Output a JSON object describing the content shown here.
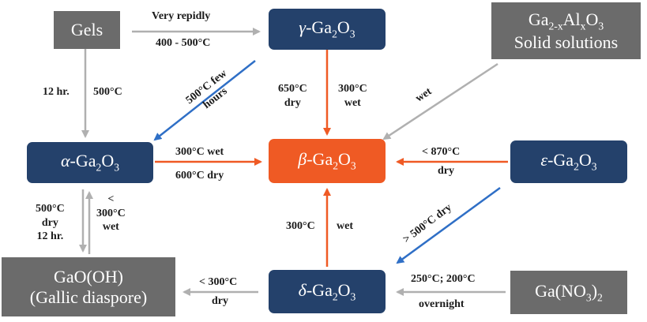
{
  "nodes": {
    "gels": "Gels",
    "gamma": {
      "greek": "γ",
      "rest": "-Ga",
      "sub2": "2",
      "o": "O",
      "sub3": "3"
    },
    "solid_line1_a": "Ga",
    "solid_line1_sub": "2-x",
    "solid_line1_b": "Al",
    "solid_line1_sub2": "x",
    "solid_line1_c": "O",
    "solid_line1_sub3": "3",
    "solid_line2": "Solid solutions",
    "alpha": {
      "greek": "α",
      "rest": "-Ga",
      "sub2": "2",
      "o": "O",
      "sub3": "3"
    },
    "beta": {
      "greek": "β",
      "rest": "-Ga",
      "sub2": "2",
      "o": "O",
      "sub3": "3"
    },
    "epsilon": {
      "greek": "ε",
      "rest": "-Ga",
      "sub2": "2",
      "o": "O",
      "sub3": "3"
    },
    "delta": {
      "greek": "δ",
      "rest": "-Ga",
      "sub2": "2",
      "o": "O",
      "sub3": "3"
    },
    "gaooh_line1": "GaO(OH)",
    "gaooh_line2": "(Gallic diaspore)",
    "nitrate_a": "Ga(NO",
    "nitrate_sub": "3",
    "nitrate_b": ")",
    "nitrate_sub2": "2"
  },
  "labels": {
    "gels_gamma_top": "Very repidly",
    "gels_gamma_bottom": "400 - 500°C",
    "gels_alpha_left": "12 hr.",
    "gels_alpha_right": "500°C",
    "gamma_alpha_diag": "500°C few hours",
    "gamma_beta_left_1": "650°C",
    "gamma_beta_left_2": "dry",
    "gamma_beta_right_1": "300°C",
    "gamma_beta_right_2": "wet",
    "solid_beta": "wet",
    "alpha_beta_top": "300°C wet",
    "alpha_beta_bottom": "600°C dry",
    "eps_beta_top": "< 870°C",
    "eps_beta_bottom": "dry",
    "eps_delta_diag": "> 500°C dry",
    "alpha_gaooh_left_1": "500°C",
    "alpha_gaooh_left_2": "dry",
    "alpha_gaooh_left_3": "12 hr.",
    "alpha_gaooh_right_1": "<",
    "alpha_gaooh_right_2": "300°C",
    "alpha_gaooh_right_3": "wet",
    "delta_beta_left": "300°C",
    "delta_beta_right": "wet",
    "delta_gaooh_top": "< 300°C",
    "delta_gaooh_bottom": "dry",
    "nitrate_delta_top": "250°C; 200°C",
    "nitrate_delta_bottom": "overnight"
  },
  "colors": {
    "navy": "#24416b",
    "orange": "#ef5a24",
    "gray_box": "#6b6b6b",
    "gray_arrow": "#b0b0b0",
    "blue_arrow": "#2f6fc6"
  }
}
